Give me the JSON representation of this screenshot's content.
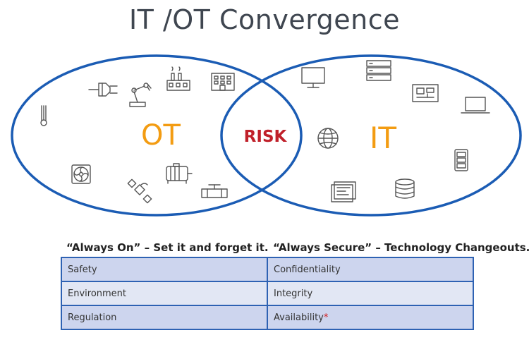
{
  "title": "IT /OT Convergence",
  "venn": {
    "left_label": "OT",
    "right_label": "IT",
    "center_label": "RISK",
    "colors": {
      "circle": "#1b5cb4",
      "label": "#f39c12",
      "risk": "#c0202a",
      "icon": "#555555"
    },
    "left_icons": [
      "thermometer-icon",
      "plug-icon",
      "robot-arm-icon",
      "factory-icon",
      "building-icon",
      "fan-icon",
      "satellite-icon",
      "motor-icon",
      "valve-icon"
    ],
    "right_icons": [
      "monitor-icon",
      "server-rack-icon",
      "circuit-board-icon",
      "laptop-icon",
      "globe-icon",
      "storage-unit-icon",
      "dashboard-icon",
      "database-icon"
    ]
  },
  "table": {
    "left_heading": "“Always On” – Set it and forget it.",
    "right_heading": "“Always Secure” – Technology Changeouts.",
    "rows": [
      {
        "left": "Safety",
        "right": "Confidentiality"
      },
      {
        "left": "Environment",
        "right": "Integrity"
      },
      {
        "left": "Regulation",
        "right": "Availability"
      }
    ],
    "asterisk": "*"
  }
}
